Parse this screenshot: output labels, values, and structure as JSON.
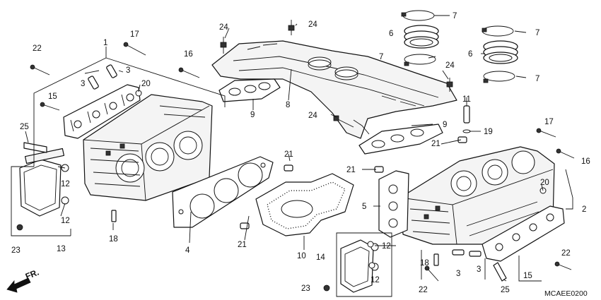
{
  "diagram_code": "MCAEE0200",
  "front_marker": "FR.",
  "callouts": {
    "c1": "1",
    "c2": "2",
    "c3a": "3",
    "c3b": "3",
    "c3c": "3",
    "c3d": "3",
    "c4": "4",
    "c5": "5",
    "c6a": "6",
    "c6b": "6",
    "c7a": "7",
    "c7b": "7",
    "c7c": "7",
    "c7d": "7",
    "c8": "8",
    "c9a": "9",
    "c9b": "9",
    "c10": "10",
    "c11": "11",
    "c12a": "12",
    "c12b": "12",
    "c12c": "12",
    "c12d": "12",
    "c13": "13",
    "c14": "14",
    "c15a": "15",
    "c15b": "15",
    "c16a": "16",
    "c16b": "16",
    "c17a": "17",
    "c17b": "17",
    "c18a": "18",
    "c18b": "18",
    "c19": "19",
    "c20a": "20",
    "c20b": "20",
    "c21a": "21",
    "c21b": "21",
    "c21c": "21",
    "c21d": "21",
    "c22a": "22",
    "c22b": "22",
    "c22c": "22",
    "c23a": "23",
    "c23b": "23",
    "c24a": "24",
    "c24b": "24",
    "c24c": "24",
    "c24d": "24",
    "c25a": "25",
    "c25b": "25"
  }
}
